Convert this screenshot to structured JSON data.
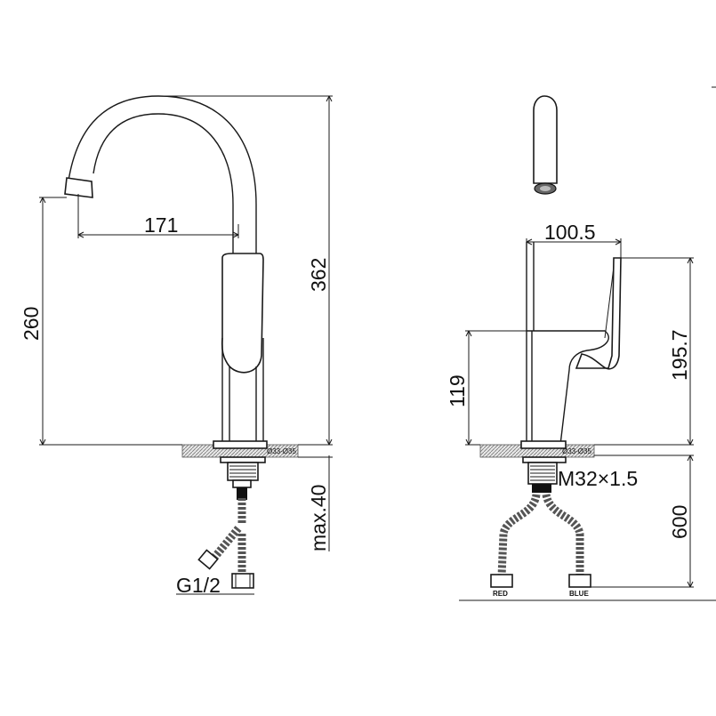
{
  "left_view": {
    "spout_reach": "171",
    "spout_height": "260",
    "total_height": "362",
    "hole_diameter": "Ø33-Ø35",
    "max_deck_thickness": "max.40",
    "hose_thread": "G1/2"
  },
  "right_view": {
    "handle_reach": "100.5",
    "body_height": "119",
    "handle_height": "195.7",
    "hole_diameter": "Ø33-Ø35",
    "mount_thread": "M32×1.5",
    "hose_length": "600",
    "hose_red_label": "RED",
    "hose_blue_label": "BLUE"
  }
}
